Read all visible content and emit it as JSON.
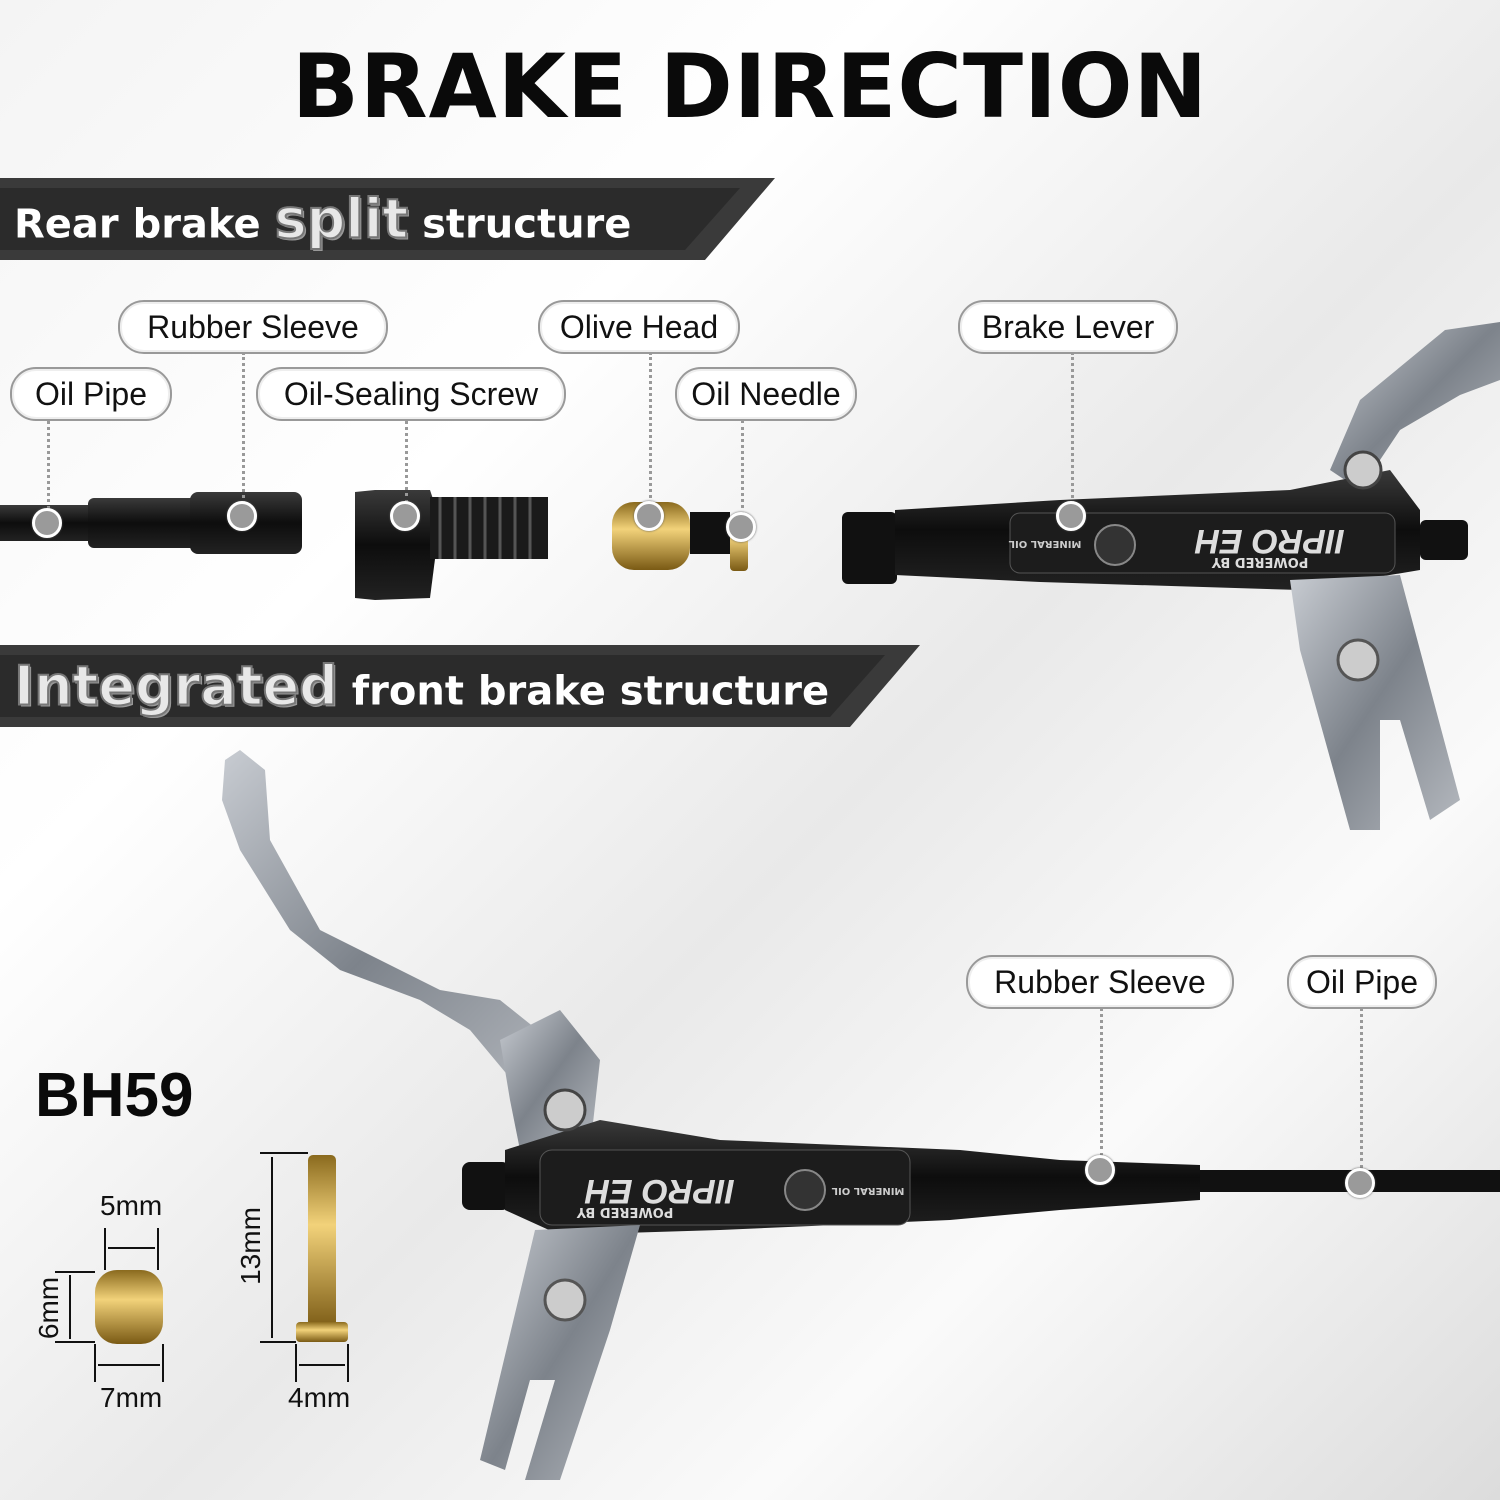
{
  "title": "BRAKE DIRECTION",
  "rear_banner": {
    "before": "Rear brake",
    "highlight": "split",
    "after": "structure"
  },
  "front_banner": {
    "highlight": "Integrated",
    "after": "front brake structure"
  },
  "rear_labels": {
    "rubber_sleeve": "Rubber Sleeve",
    "olive_head": "Olive Head",
    "brake_lever": "Brake Lever",
    "oil_pipe": "Oil Pipe",
    "oil_sealing_screw": "Oil-Sealing Screw",
    "oil_needle": "Oil Needle"
  },
  "front_labels": {
    "rubber_sleeve": "Rubber Sleeve",
    "oil_pipe": "Oil Pipe"
  },
  "model": "BH59",
  "dimensions": {
    "olive_top": "5mm",
    "olive_side": "6mm",
    "olive_bottom": "7mm",
    "needle_length": "13mm",
    "needle_bottom": "4mm"
  },
  "lever_branding": {
    "logo": "IIPRO EH",
    "powered": "POWERED BY",
    "oil": "MINERAL OIL"
  },
  "colors": {
    "banner": "#2b2b2b",
    "brass": "#c9a43f",
    "lever_silver": "#8e939a"
  }
}
